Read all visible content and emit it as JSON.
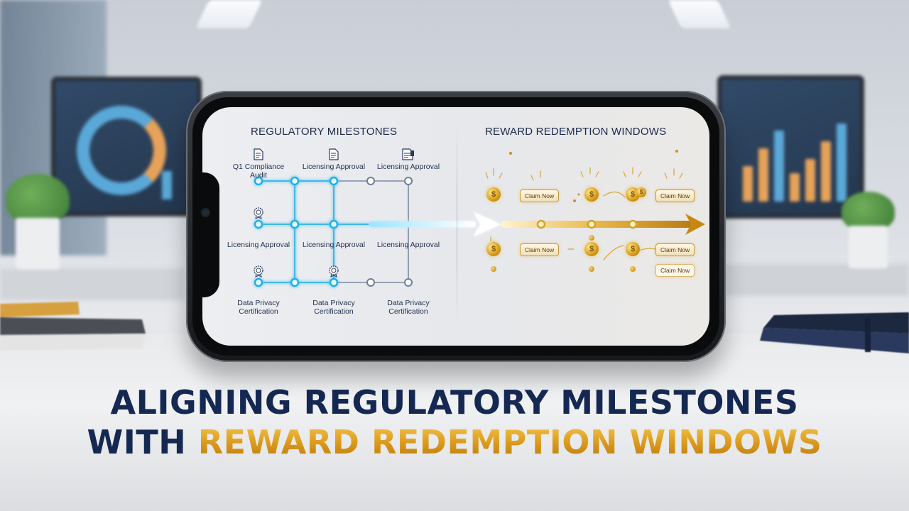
{
  "left_panel": {
    "title": "REGULATORY MILESTONES",
    "milestones": [
      {
        "label": "Q1 Compliance Audit",
        "icon": "document-icon"
      },
      {
        "label": "Licensing Approval",
        "icon": "document-icon"
      },
      {
        "label": "Licensing Approval",
        "icon": "document-icon"
      },
      {
        "label": "Licensing Approval",
        "icon": "badge-icon"
      },
      {
        "label": "Licensing Approval",
        "icon": "none"
      },
      {
        "label": "Licensing Approval",
        "icon": "none"
      },
      {
        "label": "Data Privacy Certification",
        "icon": "badge-icon"
      },
      {
        "label": "Data Privacy Certification",
        "icon": "badge-icon"
      },
      {
        "label": "Data Privacy Certification",
        "icon": "none"
      }
    ]
  },
  "right_panel": {
    "title": "REWARD REDEMPTION WINDOWS",
    "coin_symbol": "$",
    "buttons": [
      "Claim Now",
      "Claim Now",
      "Claim Now",
      "Claim Now",
      "Claim Now"
    ]
  },
  "headline": {
    "line1": "ALIGNING REGULATORY MILESTONES",
    "line2_prefix": "WITH ",
    "line2_highlight": "REWARD REDEMPTION WINDOWS"
  },
  "colors": {
    "navy": "#142852",
    "gold": "#d9981a",
    "node_glow": "#2fb6e8",
    "node_gray": "#6e7f99"
  }
}
